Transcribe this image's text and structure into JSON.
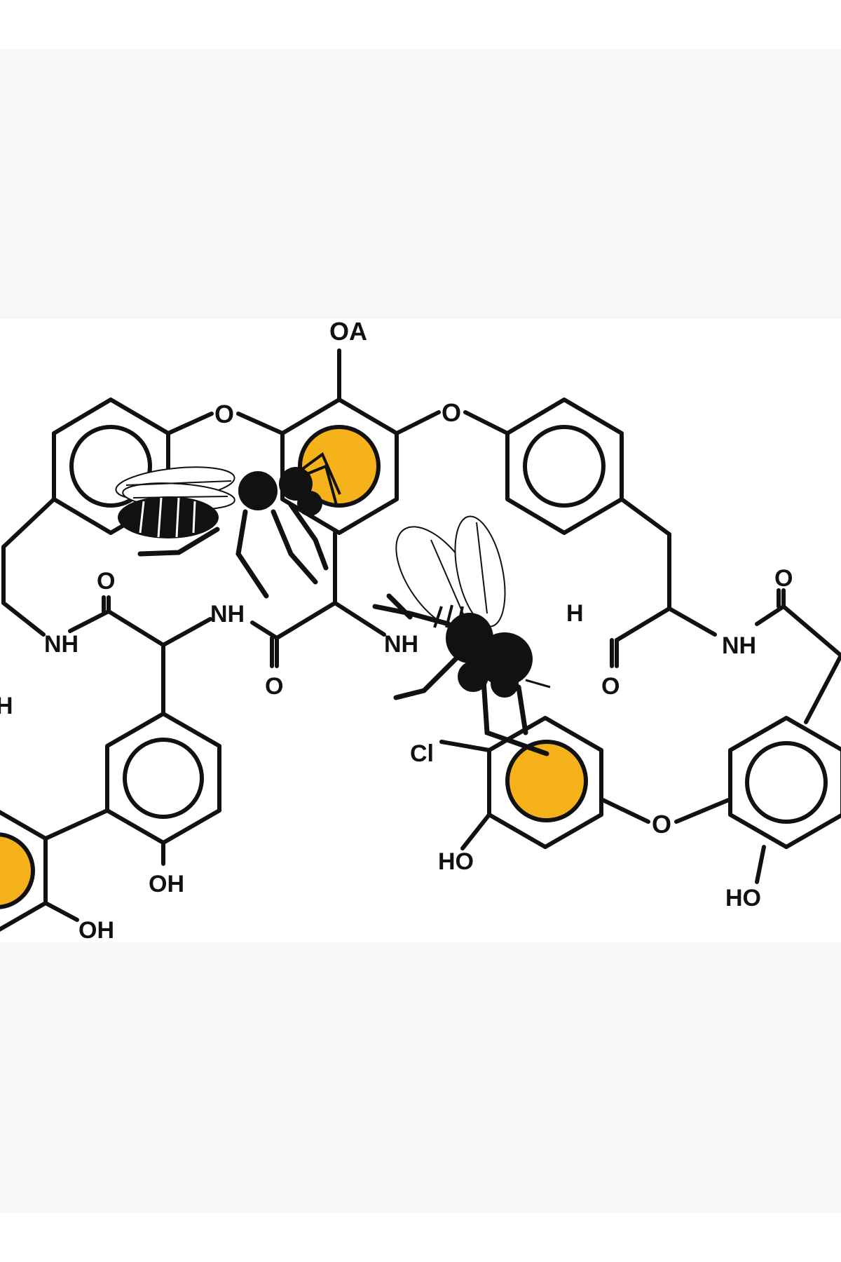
{
  "colors": {
    "background": "#ffffff",
    "band": "#f7f7f7",
    "ink": "#111111",
    "honey": "#f6b21a"
  },
  "labels": {
    "oa": "OA",
    "o_top_left": "O",
    "o_top_right": "O",
    "carbonyl_o_1": "O",
    "nh_1": "NH",
    "nh_2": "NH",
    "carbonyl_o_2": "O",
    "nh_3": "NH",
    "nh_4": "H",
    "carbonyl_o_3": "O",
    "carbonyl_o_4": "O",
    "nh_5": "NH",
    "left_h": "H",
    "cl": "Cl",
    "ether_o_bottom": "O",
    "oh_1": "OH",
    "oh_2": "OH",
    "ho_1": "HO",
    "ho_2": "HO"
  },
  "icons": {
    "bee_left": "honeybee-icon",
    "bee_right": "honeybee-icon"
  }
}
